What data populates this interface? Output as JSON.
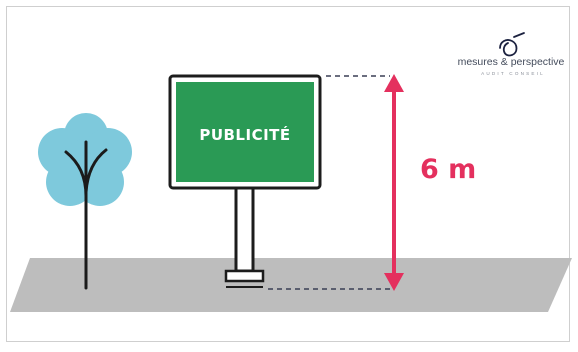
{
  "sign": {
    "label": "PUBLICITÉ",
    "panel_color": "#2a9a55",
    "frame_color": "#1c1c1c"
  },
  "measurement": {
    "label": "6 m",
    "color": "#e4305e"
  },
  "logo": {
    "name": "mesures & perspective",
    "tagline": "AUDIT CONSEIL",
    "icon": "logo-swirl-icon"
  },
  "tree": {
    "icon": "tree-icon",
    "canopy_color": "#7ec9dc",
    "trunk_color": "#1b1b1b"
  },
  "ground": {
    "color": "#bdbdbd"
  }
}
